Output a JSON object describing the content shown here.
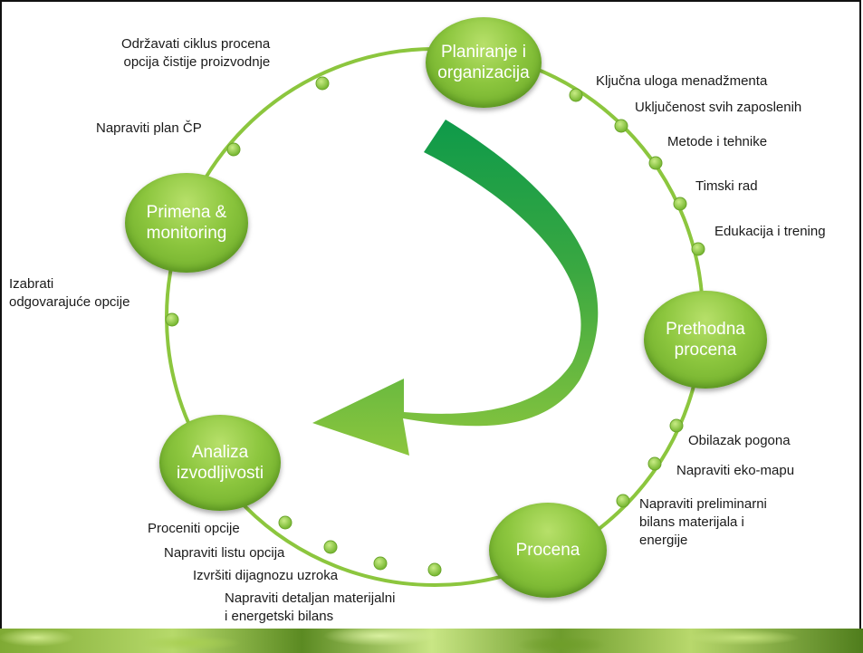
{
  "diagram": {
    "nodes": [
      {
        "id": "planiranje",
        "lines": [
          "Planiranje i",
          "organizacija"
        ]
      },
      {
        "id": "prethodna",
        "lines": [
          "Prethodna",
          "procena"
        ]
      },
      {
        "id": "procena",
        "lines": [
          "Procena"
        ]
      },
      {
        "id": "analiza",
        "lines": [
          "Analiza",
          "izvodljivosti"
        ]
      },
      {
        "id": "primena",
        "lines": [
          "Primena &",
          "monitoring"
        ]
      }
    ],
    "labels": {
      "odrzavati": [
        "Održavati ciklus procena",
        "opcija čistije proizvodnje"
      ],
      "kljucna": "Ključna uloga menadžmenta",
      "ukljucenost": "Uključenost svih zaposlenih",
      "metode": "Metode i tehnike",
      "timski": "Timski rad",
      "edukacija": "Edukacija i trening",
      "napraviti_plan": "Napraviti plan ČP",
      "izabrati": [
        "Izabrati",
        "odgovarajuće opcije"
      ],
      "obilazak": "Obilazak pogona",
      "eko_mapa": "Napraviti eko-mapu",
      "preliminarni": [
        "Napraviti preliminarni",
        "bilans materijala i",
        "energije"
      ],
      "proceniti": "Proceniti opcije",
      "listu": "Napraviti listu opcija",
      "dijagnozu": "Izvršiti dijagnozu uzroka",
      "detaljan": [
        "Napraviti detaljan materijalni",
        "i energetski bilans"
      ]
    },
    "colors": {
      "ring": "#8cc63e",
      "node": "#8cc63e",
      "arrow_dark": "#0e9a4a",
      "arrow_light": "#8cc63e"
    }
  }
}
